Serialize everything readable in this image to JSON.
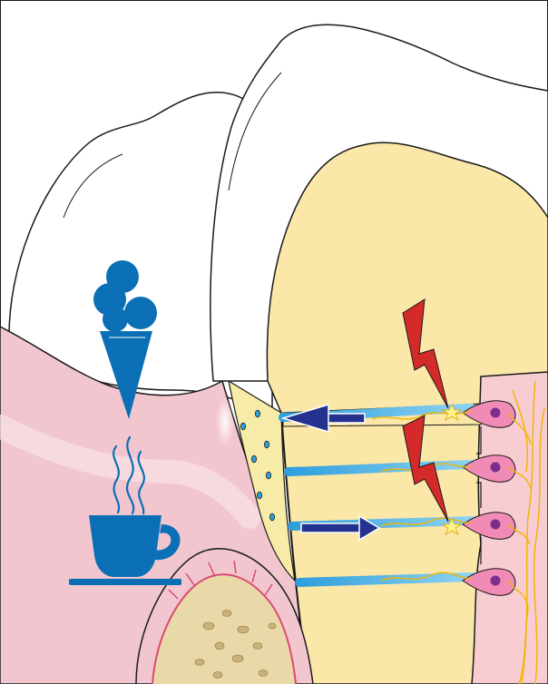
{
  "illustration": {
    "subject": "dentin-hypersensitivity",
    "stimuli": [
      "ice-cream-icon",
      "hot-coffee-cup-icon"
    ],
    "signals": [
      "lightning-bolt-icon"
    ],
    "flow_arrows": [
      "arrow-inward-icon",
      "arrow-outward-icon"
    ],
    "structures": [
      "enamel",
      "dentin",
      "dentinal-tubules",
      "pulp",
      "odontoblasts",
      "nerve-fibers",
      "gingiva",
      "alveolar-bone",
      "cementum"
    ]
  },
  "colors": {
    "enamel": "#ffffff",
    "dentin": "#fbe7a8",
    "gingiva": "#f2c6cf",
    "gingiva_edge": "#e6a9b8",
    "pulp": "#f7cdd2",
    "tubule": "#48b6e4",
    "odontoblast": "#f08ab6",
    "nucleus": "#7b2f8c",
    "nerve": "#f4b400",
    "bone": "#e9d9a8",
    "bone_pores": "#c9b27a",
    "icon_blue": "#0a6fb5",
    "arrow_navy": "#23318f",
    "lightning_red": "#d42a2a",
    "outline": "#1a1a1a"
  }
}
